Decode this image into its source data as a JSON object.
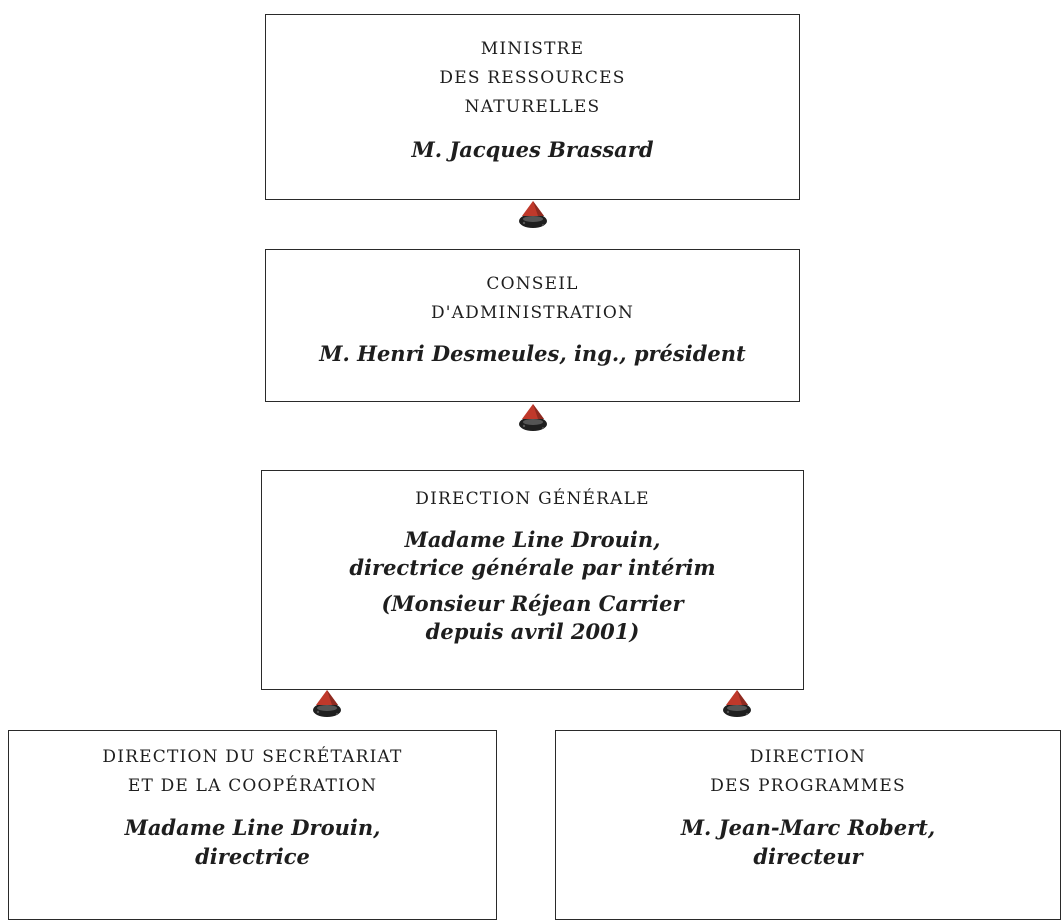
{
  "chart": {
    "nodes": [
      {
        "id": "ministre",
        "unit_lines": [
          "MINISTRE",
          "DES RESSOURCES",
          "NATURELLES"
        ],
        "person_lines": [
          "M. Jacques Brassard"
        ]
      },
      {
        "id": "conseil",
        "unit_lines": [
          "CONSEIL",
          "D'ADMINISTRATION"
        ],
        "person_lines": [
          "M. Henri Desmeules, ing., président"
        ]
      },
      {
        "id": "direction_generale",
        "unit_lines": [
          "DIRECTION GÉNÉRALE"
        ],
        "person_lines": [
          "Madame Line Drouin,",
          "directrice générale par intérim"
        ],
        "note_lines": [
          "(Monsieur Réjean Carrier",
          "depuis avril 2001)"
        ]
      },
      {
        "id": "secretariat",
        "unit_lines": [
          "DIRECTION DU SECRÉTARIAT",
          "ET DE LA COOPÉRATION"
        ],
        "person_lines": [
          "Madame Line Drouin,",
          "directrice"
        ]
      },
      {
        "id": "programmes",
        "unit_lines": [
          "DIRECTION",
          "DES PROGRAMMES"
        ],
        "person_lines": [
          "M. Jean-Marc Robert,",
          "directeur"
        ]
      }
    ],
    "connector_icon": "cone-connector-icon",
    "colors": {
      "border": "#2a2a2a",
      "text": "#1e1e1e",
      "connector_top": "#c0392b",
      "connector_body": "#1f1f1f"
    }
  }
}
